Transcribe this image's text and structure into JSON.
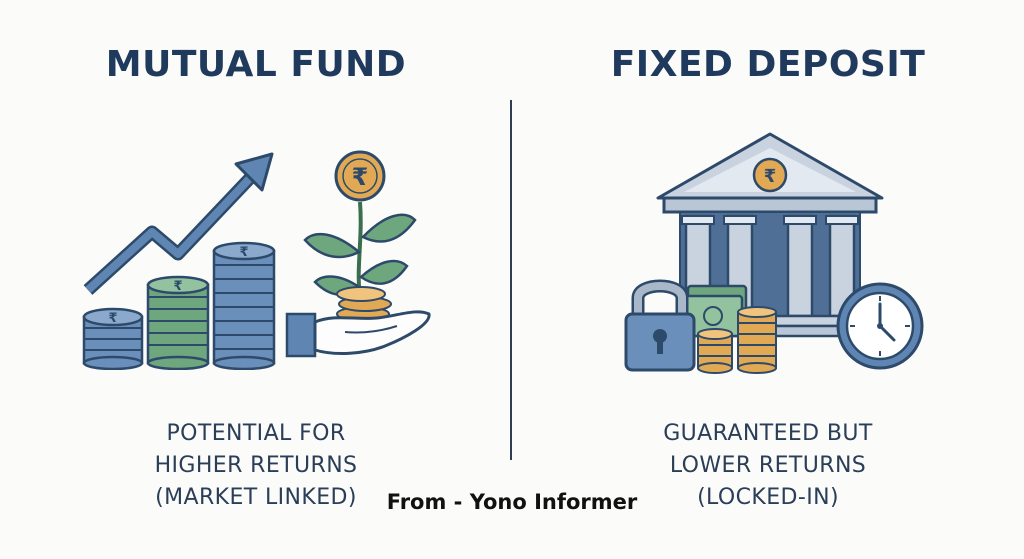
{
  "left": {
    "title": "MUTUAL FUND",
    "caption_lines": [
      "POTENTIAL FOR",
      "HIGHER RETURNS",
      "(MARKET LINKED)"
    ],
    "icons": [
      "growth-arrow-icon",
      "rupee-coin-stacks-icon",
      "money-plant-hand-icon"
    ]
  },
  "right": {
    "title": "FIXED DEPOSIT",
    "caption_lines": [
      "GUARANTEED BUT",
      "LOWER RETURNS",
      "(LOCKED-IN)"
    ],
    "icons": [
      "bank-building-icon",
      "padlock-icon",
      "banknote-icon",
      "coin-stack-icon",
      "clock-icon"
    ]
  },
  "credit": "From - Yono Informer",
  "rupee_symbol": "₹",
  "colors": {
    "title": "#1f3a5c",
    "blue": "#5f86b3",
    "green": "#6ea77e",
    "gold": "#e2a954",
    "slate": "#3c5574"
  }
}
